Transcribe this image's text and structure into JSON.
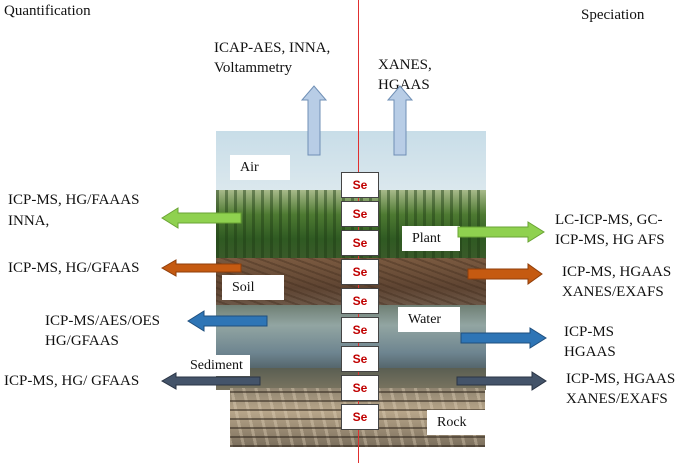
{
  "headings": {
    "left": "Quantification",
    "right": "Speciation"
  },
  "top": {
    "left_text": "ICAP-AES, INNA,\nVoltammetry",
    "right_text": "XANES,\nHGAAS"
  },
  "compartments": {
    "air": "Air",
    "plant": "Plant",
    "soil": "Soil",
    "water": "Water",
    "sediment": "Sediment",
    "rock": "Rock"
  },
  "element_symbol": "Se",
  "element_cells": [
    "Se",
    "Se",
    "Se",
    "Se",
    "Se",
    "Se",
    "Se",
    "Se",
    "Se"
  ],
  "quantification": {
    "plant": "ICP-MS, HG/FAAAS\nINNA,",
    "soil": "ICP-MS, HG/GFAAS",
    "water": "ICP-MS/AES/OES\nHG/GFAAS",
    "sediment": "ICP-MS, HG/ GFAAS"
  },
  "speciation": {
    "plant": "LC-ICP-MS, GC-\nICP-MS, HG AFS",
    "soil": "ICP-MS, HGAAS\nXANES/EXAFS",
    "water": "ICP-MS\nHGAAS",
    "sediment": "ICP-MS, HGAAS\nXANES/EXAFS"
  },
  "colors": {
    "up_arrow": "#b8cde6",
    "plant_arrow": "#8fd14f",
    "soil_arrow": "#c55a11",
    "water_arrow": "#2e75b6",
    "sediment_arrow": "#44546a",
    "divider": "#e03030",
    "se_text": "#c00000"
  }
}
